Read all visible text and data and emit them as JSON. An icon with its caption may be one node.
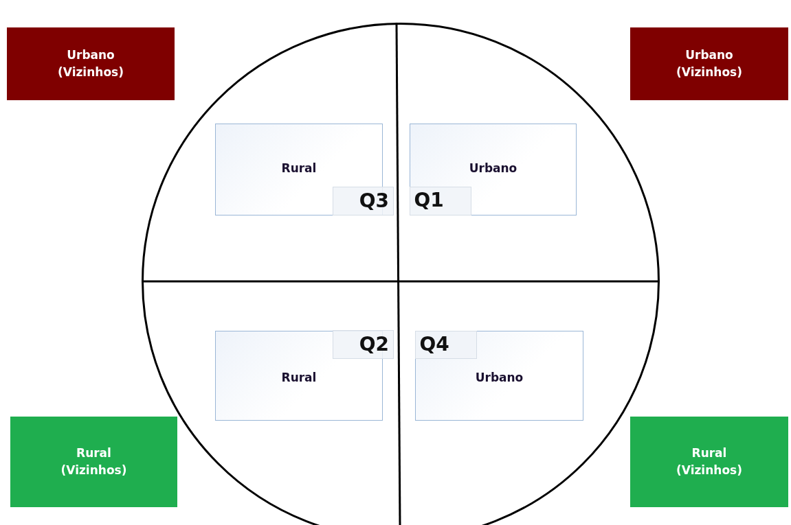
{
  "diagram": {
    "nodes": [
      {
        "text": [
          "Urbano (Vizinhos)"
        ]
      },
      {
        "text": [
          "Urbano (Vizinhos)"
        ]
      },
      {
        "text": [],
        "shape": "circle"
      },
      {
        "text": [
          "Rural"
        ],
        "in": 2
      },
      {
        "text": [
          "Urbano"
        ],
        "in": 2
      },
      {
        "text": [
          "Q3"
        ],
        "in": 2
      },
      {
        "text": [
          "Q1"
        ],
        "in": 4
      },
      {
        "text": [
          "Q2"
        ],
        "in": 2
      },
      {
        "text": [
          "Rural"
        ],
        "in": 2
      },
      {
        "text": [
          "Urbano"
        ],
        "in": 2
      },
      {
        "text": [
          "Q4"
        ],
        "in": 9
      },
      {
        "text": [
          "Rural (Vizinhos)"
        ]
      },
      {
        "text": [
          "Rural (Vizinhos)"
        ]
      }
    ]
  }
}
